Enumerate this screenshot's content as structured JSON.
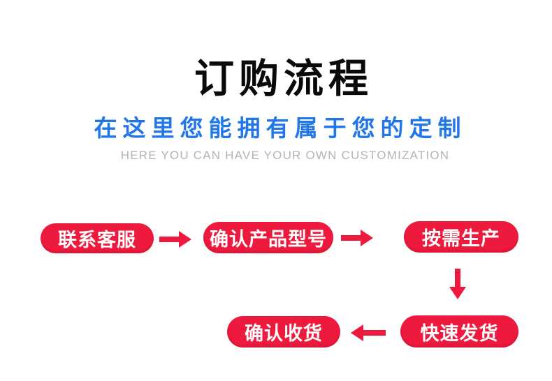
{
  "header": {
    "title": "订购流程",
    "subtitle": "在这里您能拥有属于您的定制",
    "subtitle_en": "HERE YOU CAN HAVE YOUR OWN CUSTOMIZATION"
  },
  "flow": {
    "steps": [
      {
        "id": "contact-service",
        "label": "联系客服"
      },
      {
        "id": "confirm-model",
        "label": "确认产品型号"
      },
      {
        "id": "produce-on-demand",
        "label": "按需生产"
      },
      {
        "id": "fast-shipping",
        "label": "快速发货"
      },
      {
        "id": "confirm-receipt",
        "label": "确认收货"
      }
    ],
    "arrows": [
      {
        "from": "contact-service",
        "to": "confirm-model",
        "direction": "right"
      },
      {
        "from": "confirm-model",
        "to": "produce-on-demand",
        "direction": "right"
      },
      {
        "from": "produce-on-demand",
        "to": "fast-shipping",
        "direction": "down"
      },
      {
        "from": "fast-shipping",
        "to": "confirm-receipt",
        "direction": "left"
      }
    ]
  },
  "colors": {
    "accent_red": "#ed1a3d",
    "accent_blue": "#2277e8",
    "title_black": "#0a0a0a",
    "text_gray": "#b4b4b4",
    "bg": "#ffffff"
  }
}
